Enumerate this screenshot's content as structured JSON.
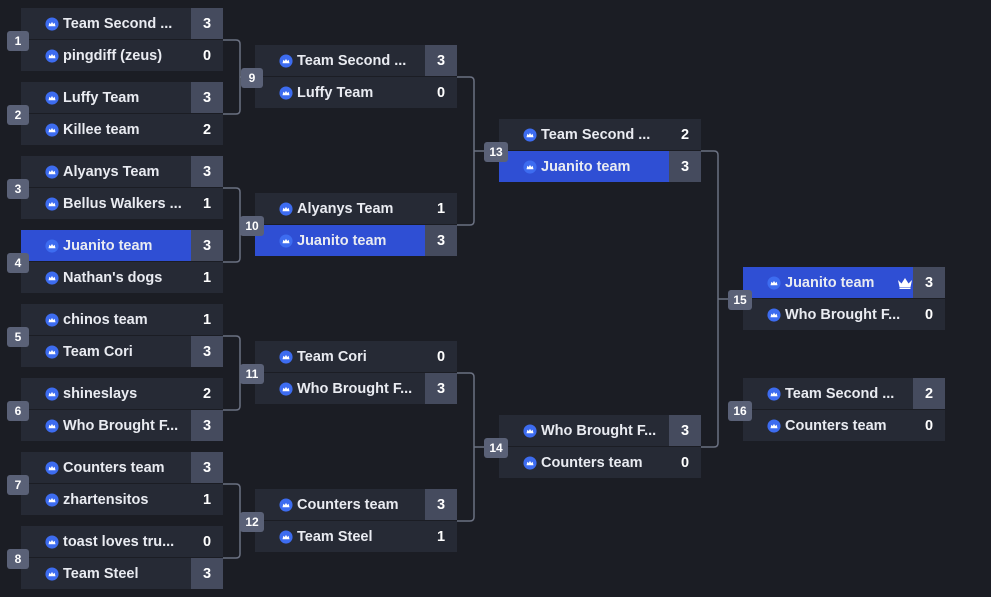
{
  "colors": {
    "background": "#1b1d24",
    "row": "#262a35",
    "winner_row": "#2f4fd4",
    "score_cell": "#454b5e",
    "match_badge": "#5a6177",
    "connector": "#6b7182"
  },
  "icons": {
    "team": "team-logo-icon",
    "champion": "crown-icon"
  },
  "matches": [
    {
      "number": "1",
      "round": 1,
      "teams": [
        {
          "name": "Team Second ...",
          "score": "3",
          "winner": true
        },
        {
          "name": "pingdiff (zeus)",
          "score": "0",
          "winner": false
        }
      ]
    },
    {
      "number": "2",
      "round": 1,
      "teams": [
        {
          "name": "Luffy Team",
          "score": "3",
          "winner": true
        },
        {
          "name": "Killee team",
          "score": "2",
          "winner": false
        }
      ]
    },
    {
      "number": "3",
      "round": 1,
      "teams": [
        {
          "name": "Alyanys Team",
          "score": "3",
          "winner": true
        },
        {
          "name": "Bellus Walkers ...",
          "score": "1",
          "winner": false
        }
      ]
    },
    {
      "number": "4",
      "round": 1,
      "teams": [
        {
          "name": "Juanito team",
          "score": "3",
          "winner": true,
          "highlight": true
        },
        {
          "name": "Nathan's dogs",
          "score": "1",
          "winner": false
        }
      ]
    },
    {
      "number": "5",
      "round": 1,
      "teams": [
        {
          "name": "chinos team",
          "score": "1",
          "winner": false
        },
        {
          "name": "Team Cori",
          "score": "3",
          "winner": true
        }
      ]
    },
    {
      "number": "6",
      "round": 1,
      "teams": [
        {
          "name": "shineslays",
          "score": "2",
          "winner": false
        },
        {
          "name": "Who Brought F...",
          "score": "3",
          "winner": true
        }
      ]
    },
    {
      "number": "7",
      "round": 1,
      "teams": [
        {
          "name": "Counters team",
          "score": "3",
          "winner": true
        },
        {
          "name": "zhartensitos",
          "score": "1",
          "winner": false
        }
      ]
    },
    {
      "number": "8",
      "round": 1,
      "teams": [
        {
          "name": "toast loves tru...",
          "score": "0",
          "winner": false
        },
        {
          "name": "Team Steel",
          "score": "3",
          "winner": true
        }
      ]
    },
    {
      "number": "9",
      "round": 2,
      "teams": [
        {
          "name": "Team Second ...",
          "score": "3",
          "winner": true
        },
        {
          "name": "Luffy Team",
          "score": "0",
          "winner": false
        }
      ]
    },
    {
      "number": "10",
      "round": 2,
      "teams": [
        {
          "name": "Alyanys Team",
          "score": "1",
          "winner": false
        },
        {
          "name": "Juanito team",
          "score": "3",
          "winner": true,
          "highlight": true
        }
      ]
    },
    {
      "number": "11",
      "round": 2,
      "teams": [
        {
          "name": "Team Cori",
          "score": "0",
          "winner": false
        },
        {
          "name": "Who Brought F...",
          "score": "3",
          "winner": true
        }
      ]
    },
    {
      "number": "12",
      "round": 2,
      "teams": [
        {
          "name": "Counters team",
          "score": "3",
          "winner": true
        },
        {
          "name": "Team Steel",
          "score": "1",
          "winner": false
        }
      ]
    },
    {
      "number": "13",
      "round": 3,
      "teams": [
        {
          "name": "Team Second ...",
          "score": "2",
          "winner": false
        },
        {
          "name": "Juanito team",
          "score": "3",
          "winner": true,
          "highlight": true
        }
      ]
    },
    {
      "number": "14",
      "round": 3,
      "teams": [
        {
          "name": "Who Brought F...",
          "score": "3",
          "winner": true
        },
        {
          "name": "Counters team",
          "score": "0",
          "winner": false
        }
      ]
    },
    {
      "number": "15",
      "round": 4,
      "teams": [
        {
          "name": "Juanito team",
          "score": "3",
          "winner": true,
          "highlight": true,
          "champion": true
        },
        {
          "name": "Who Brought F...",
          "score": "0",
          "winner": false
        }
      ]
    },
    {
      "number": "16",
      "round": 4,
      "teams": [
        {
          "name": "Team Second ...",
          "score": "2",
          "winner": true
        },
        {
          "name": "Counters team",
          "score": "0",
          "winner": false
        }
      ]
    }
  ]
}
